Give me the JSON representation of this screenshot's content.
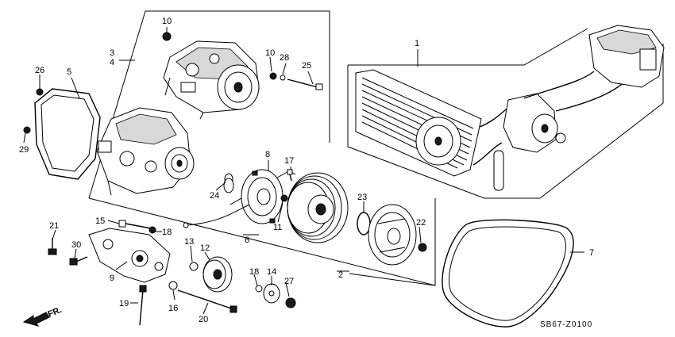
{
  "callouts": {
    "c1": "1",
    "c2": "2",
    "c3": "3",
    "c4": "4",
    "c5": "5",
    "c6": "6",
    "c7": "7",
    "c8": "8",
    "c9": "9",
    "c10a": "10",
    "c10b": "10",
    "c11": "11",
    "c12": "12",
    "c13": "13",
    "c14": "14",
    "c15": "15",
    "c16": "16",
    "c17": "17",
    "c18a": "18",
    "c18b": "18",
    "c19": "19",
    "c20": "20",
    "c21": "21",
    "c22": "22",
    "c23": "23",
    "c24": "24",
    "c25": "25",
    "c26": "26",
    "c27": "27",
    "c28": "28",
    "c29": "29",
    "c30": "30"
  },
  "direction_label": "FR.",
  "diagram_code": "SB67-Z0100"
}
